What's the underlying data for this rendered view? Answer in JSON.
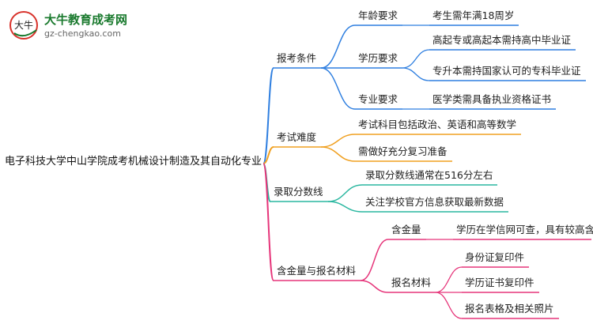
{
  "logo": {
    "title": "大牛教育成考网",
    "url": "gz-chengkao.com",
    "mark_text": "大牛"
  },
  "root": "电子科技大学中山学院成考机械设计制造及其自动化专业",
  "branches": [
    {
      "label": "报考条件",
      "color": "#2f7fe0",
      "children": [
        {
          "label": "年龄要求",
          "children": [
            {
              "label": "考生需年满18周岁"
            }
          ]
        },
        {
          "label": "学历要求",
          "children": [
            {
              "label": "高起专或高起本需持高中毕业证"
            },
            {
              "label": "专升本需持国家认可的专科毕业证"
            }
          ]
        },
        {
          "label": "专业要求",
          "children": [
            {
              "label": "医学类需具备执业资格证书"
            }
          ]
        }
      ]
    },
    {
      "label": "考试难度",
      "color": "#f0a020",
      "children": [
        {
          "label": "考试科目包括政治、英语和高等数学"
        },
        {
          "label": "需做好充分复习准备"
        }
      ]
    },
    {
      "label": "录取分数线",
      "color": "#2ab7a0",
      "children": [
        {
          "label": "录取分数线通常在516分左右"
        },
        {
          "label": "关注学校官方信息获取最新数据"
        }
      ]
    },
    {
      "label": "含金量与报名材料",
      "color": "#e6357a",
      "children": [
        {
          "label": "含金量",
          "children": [
            {
              "label": "学历在学信网可查，具有较高含金量"
            }
          ]
        },
        {
          "label": "报名材料",
          "children": [
            {
              "label": "身份证复印件"
            },
            {
              "label": "学历证书复印件"
            },
            {
              "label": "报名表格及相关照片"
            }
          ]
        }
      ]
    }
  ]
}
